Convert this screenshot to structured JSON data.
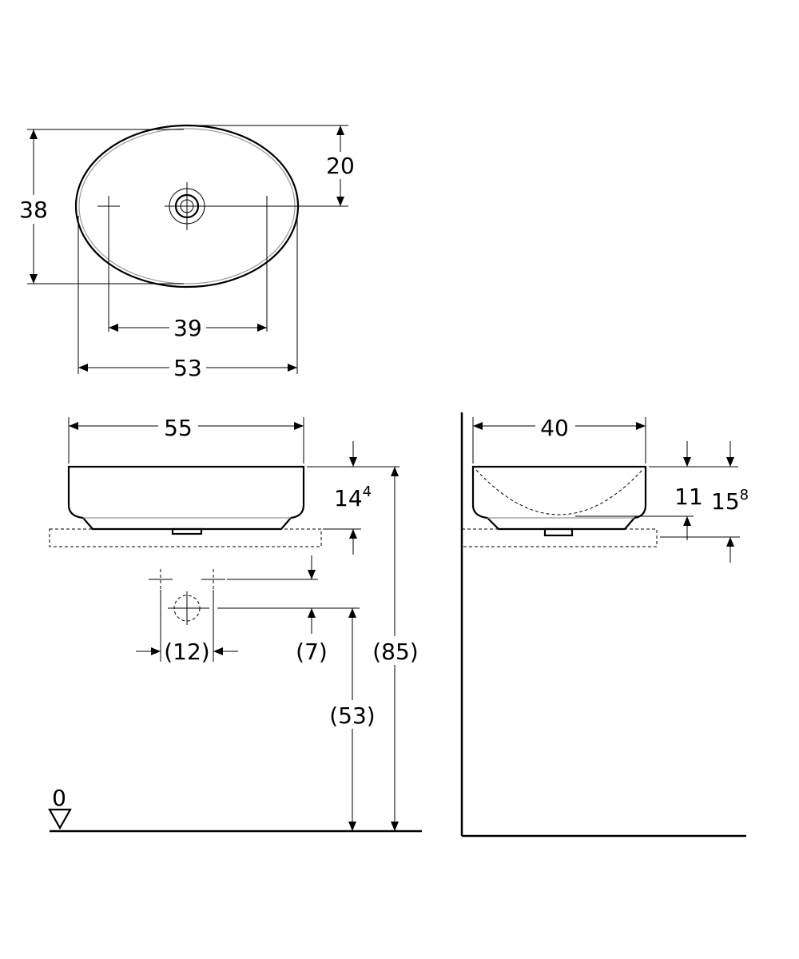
{
  "dimensions": {
    "top_depth": "38",
    "top_drain_offset": "20",
    "top_tap_spacing": "39",
    "top_width": "53",
    "front_width": "55",
    "front_height_main": "14",
    "front_height_sup": "4",
    "front_tap_spacing": "(12)",
    "front_drain_offset": "(7)",
    "front_total_height": "(85)",
    "front_drain_height": "(53)",
    "floor_level": "0",
    "side_depth": "40",
    "side_inner_depth": "11",
    "side_height_main": "15",
    "side_height_sup": "8"
  },
  "colors": {
    "line": "#000000",
    "hidden": "#999999",
    "background": "#ffffff"
  }
}
